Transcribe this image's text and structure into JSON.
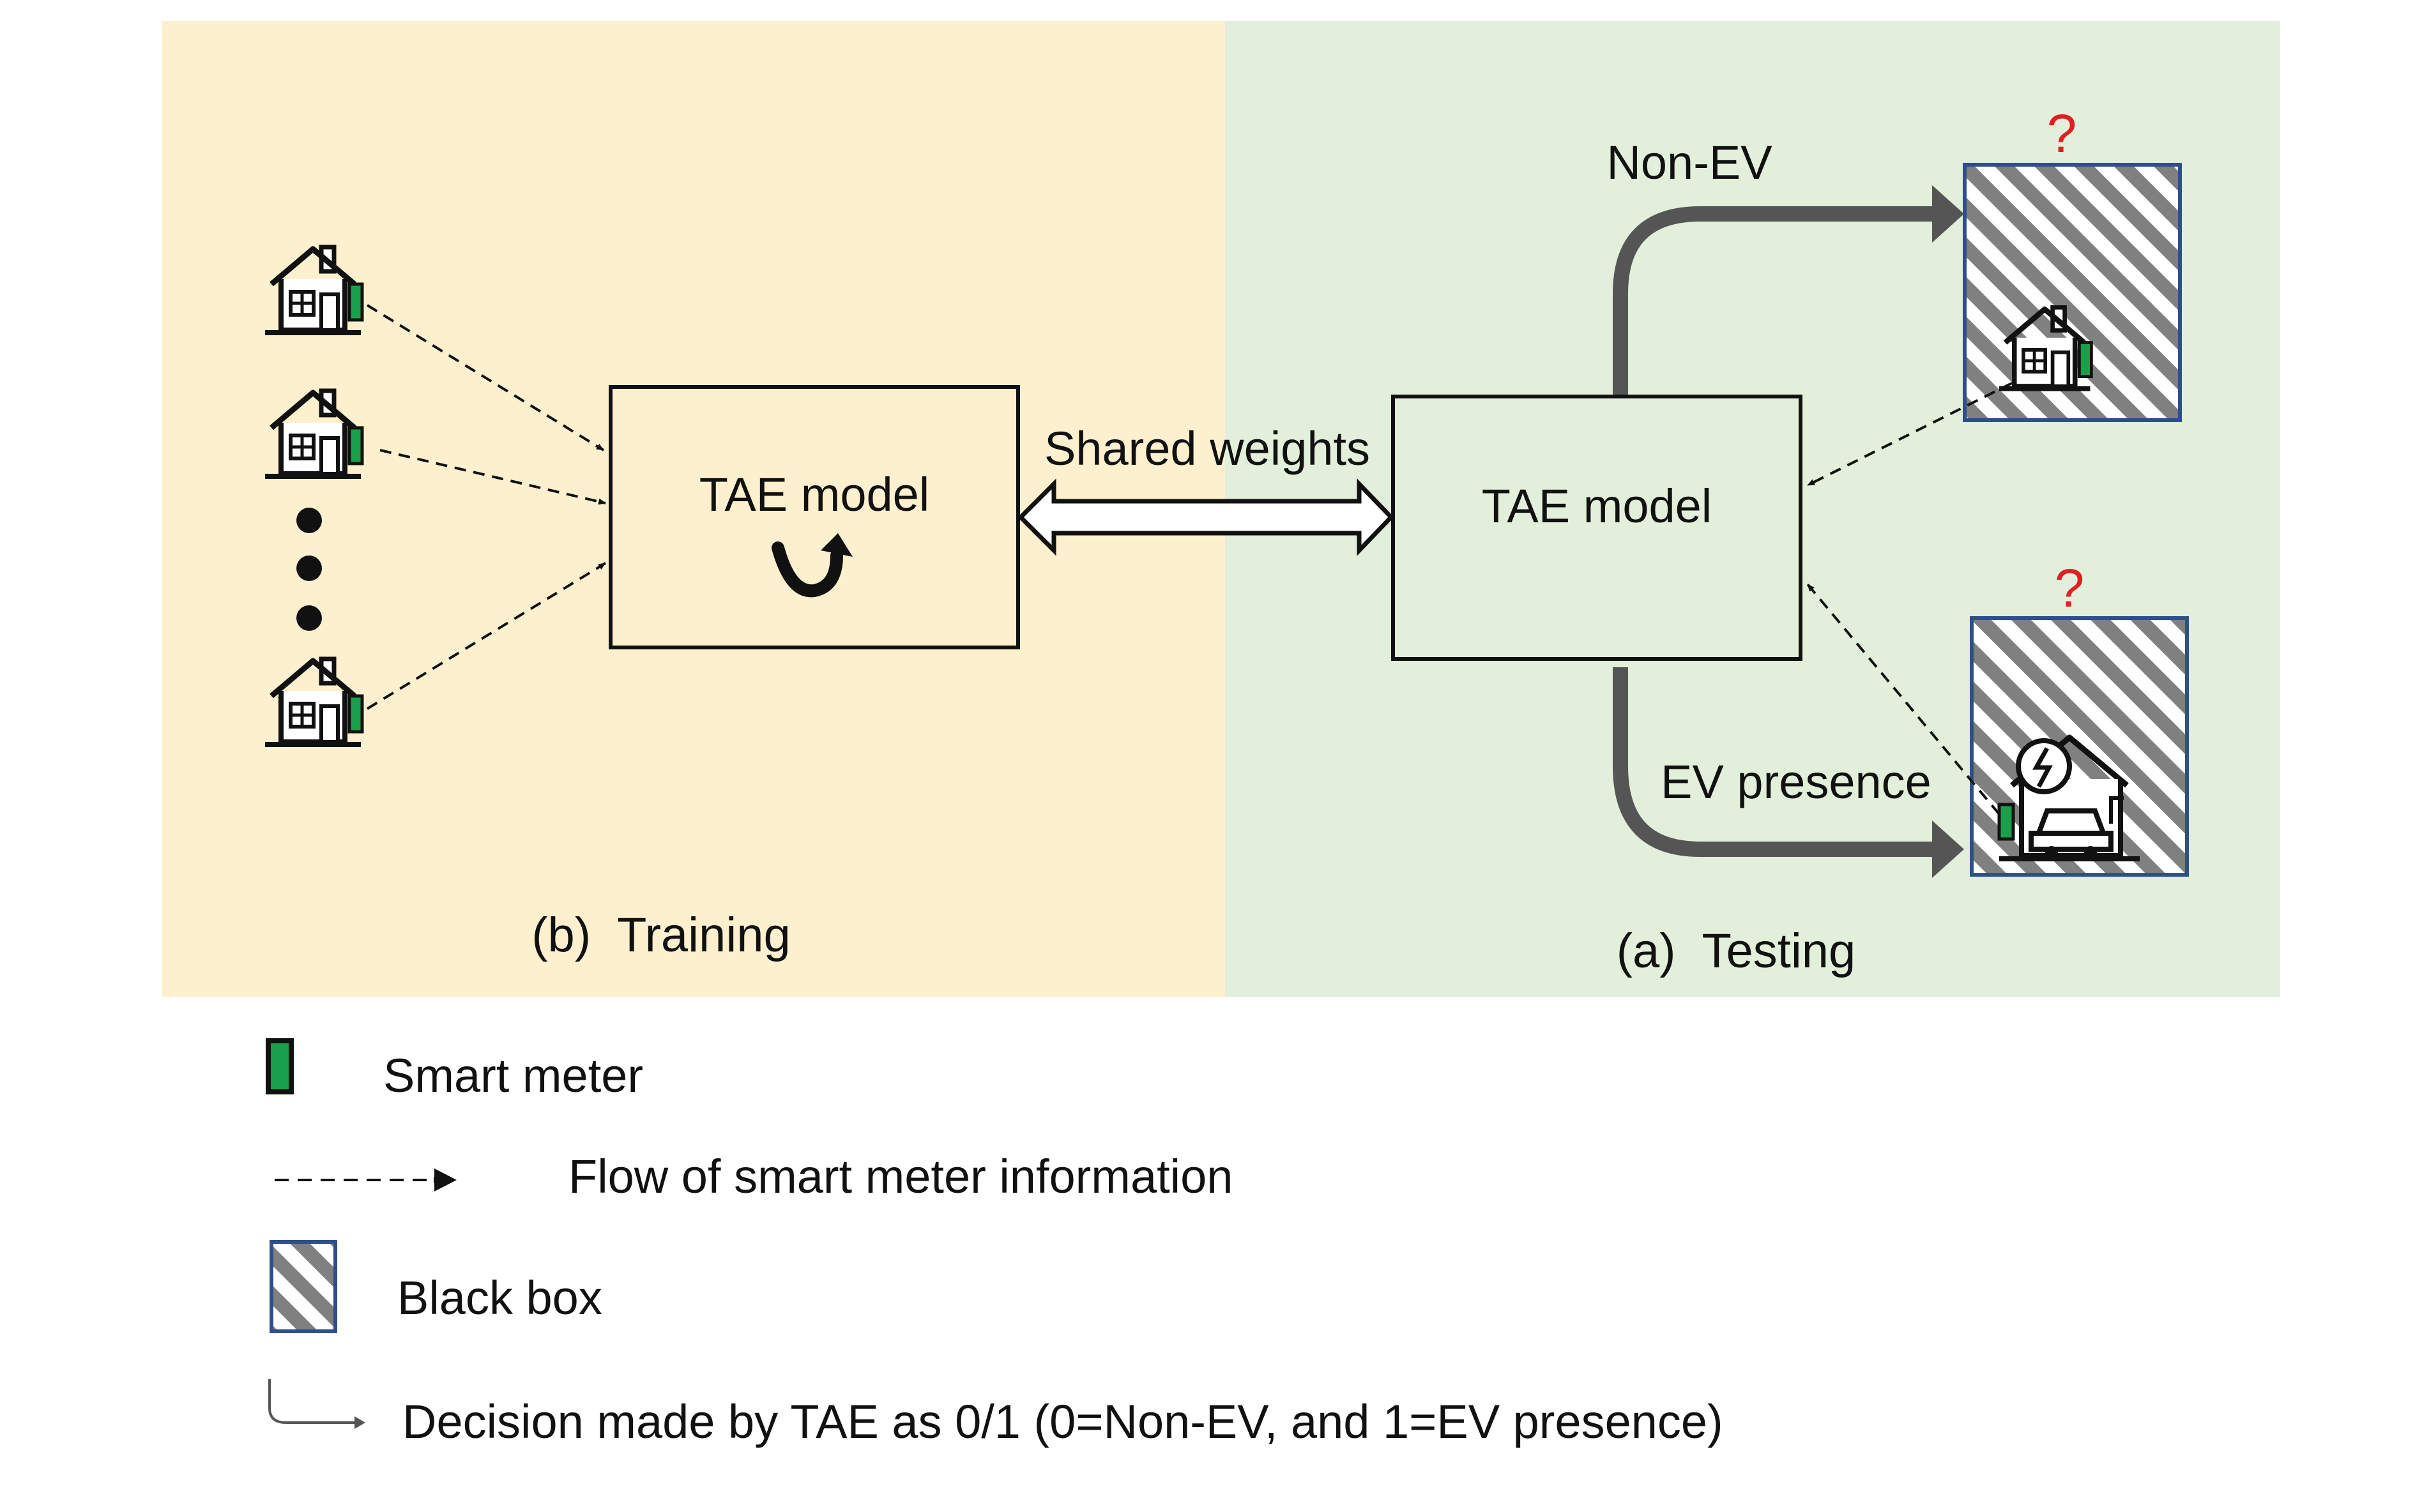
{
  "colors": {
    "training_bg": "#fdf0cf",
    "testing_bg": "#e2efda",
    "black_box_border": "#2f4f8a",
    "meter_green": "#1aa04a",
    "decision_arrow": "#555555",
    "question_mark": "#e02020"
  },
  "training": {
    "panel_label": "(b)  Training",
    "model_label": "TAE model",
    "houses": [
      "house-icon",
      "house-icon",
      "house-icon"
    ],
    "ellipsis": "vertical-dots"
  },
  "testing": {
    "panel_label": "(a)  Testing",
    "model_label": "TAE model",
    "branch_top": "Non-EV",
    "branch_bottom": "EV presence",
    "unknown_mark": "?"
  },
  "shared_weights_label": "Shared weights",
  "legend": {
    "smart_meter": "Smart meter",
    "flow": "Flow of smart meter information",
    "black_box": "Black box",
    "decision": "Decision made by TAE as 0/1 (0=Non-EV, and 1=EV presence)"
  }
}
